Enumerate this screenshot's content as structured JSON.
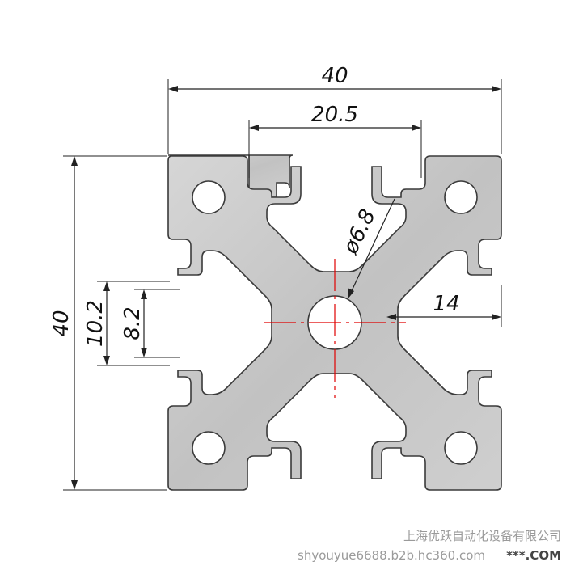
{
  "dimensions": {
    "overall_width": "40",
    "slot_width": "20.5",
    "overall_height": "40",
    "slot_opening_outer": "10.2",
    "slot_opening_inner": "8.2",
    "center_hole_diameter": "ø6.8",
    "center_offset": "14"
  },
  "watermark": {
    "company": "上海优跃自动化设备有限公司",
    "url": "shyouyue6688.b2b.hc360.com",
    "brand": "***.COM"
  },
  "colors": {
    "profile_fill": "#c9c9c9",
    "profile_stroke": "#3a3a3a",
    "centerline": "#e00000"
  }
}
